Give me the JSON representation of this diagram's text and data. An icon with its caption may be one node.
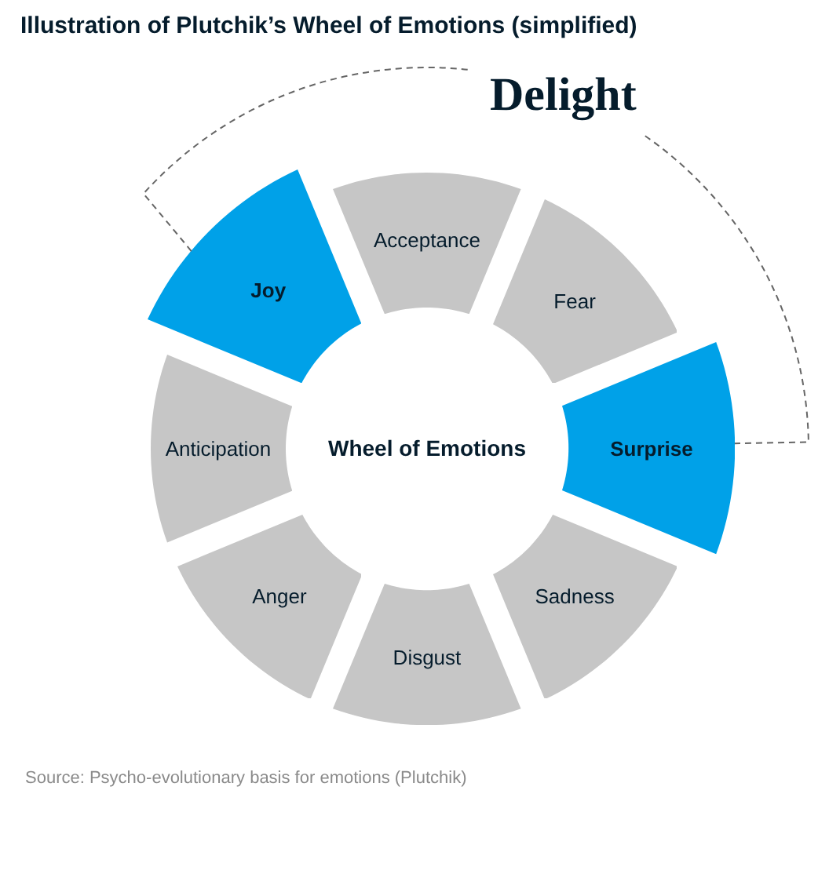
{
  "diagram": {
    "title": "Illustration of Plutchik’s Wheel of Emotions (simplified)",
    "caption": "Source: Psycho-evolutionary basis for emotions (Plutchik)",
    "nodes": [
      {
        "text": [
          "Wheel of Emotions"
        ]
      },
      {
        "text": [
          "Acceptance"
        ]
      },
      {
        "text": [
          "Fear"
        ]
      },
      {
        "text": [
          "Surprise"
        ]
      },
      {
        "text": [
          "Sadness"
        ]
      },
      {
        "text": [
          "Disgust"
        ]
      },
      {
        "text": [
          "Anger"
        ]
      },
      {
        "text": [
          "Anticipation"
        ]
      },
      {
        "text": [
          "Joy"
        ]
      }
    ],
    "edges": [
      {
        "from": 8,
        "to": 3,
        "arrow": "none",
        "style": "dashed",
        "label": "Delight"
      }
    ]
  }
}
